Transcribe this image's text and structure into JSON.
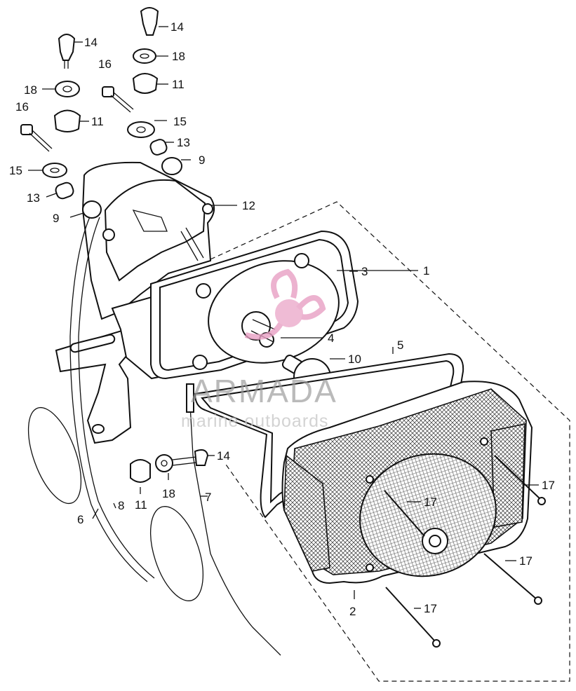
{
  "diagram": {
    "callouts": [
      {
        "id": "c-14a",
        "text": "14"
      },
      {
        "id": "c-14b",
        "text": "14"
      },
      {
        "id": "c-18a",
        "text": "18"
      },
      {
        "id": "c-11a",
        "text": "11"
      },
      {
        "id": "c-16a",
        "text": "16"
      },
      {
        "id": "c-18b",
        "text": "18"
      },
      {
        "id": "c-11b",
        "text": "11"
      },
      {
        "id": "c-16b",
        "text": "16"
      },
      {
        "id": "c-15a",
        "text": "15"
      },
      {
        "id": "c-13a",
        "text": "13"
      },
      {
        "id": "c-9a",
        "text": "9"
      },
      {
        "id": "c-15b",
        "text": "15"
      },
      {
        "id": "c-13b",
        "text": "13"
      },
      {
        "id": "c-12",
        "text": "12"
      },
      {
        "id": "c-9b",
        "text": "9"
      },
      {
        "id": "c-3",
        "text": "3"
      },
      {
        "id": "c-1",
        "text": "1"
      },
      {
        "id": "c-4",
        "text": "4"
      },
      {
        "id": "c-5",
        "text": "5"
      },
      {
        "id": "c-10",
        "text": "10"
      },
      {
        "id": "c-14c",
        "text": "14"
      },
      {
        "id": "c-11c",
        "text": "11"
      },
      {
        "id": "c-18c",
        "text": "18"
      },
      {
        "id": "c-7",
        "text": "7"
      },
      {
        "id": "c-6",
        "text": "6"
      },
      {
        "id": "c-8",
        "text": "8"
      },
      {
        "id": "c-17a",
        "text": "17"
      },
      {
        "id": "c-17b",
        "text": "17"
      },
      {
        "id": "c-17c",
        "text": "17"
      },
      {
        "id": "c-2",
        "text": "2"
      },
      {
        "id": "c-17d",
        "text": "17"
      }
    ],
    "watermark": {
      "brand": "ARMADA",
      "tagline": "marine outboards",
      "logo_color": "#e8a0c4"
    },
    "colors": {
      "ink": "#111111",
      "background": "#ffffff",
      "watermark_gray": "#9a9a9a"
    }
  }
}
